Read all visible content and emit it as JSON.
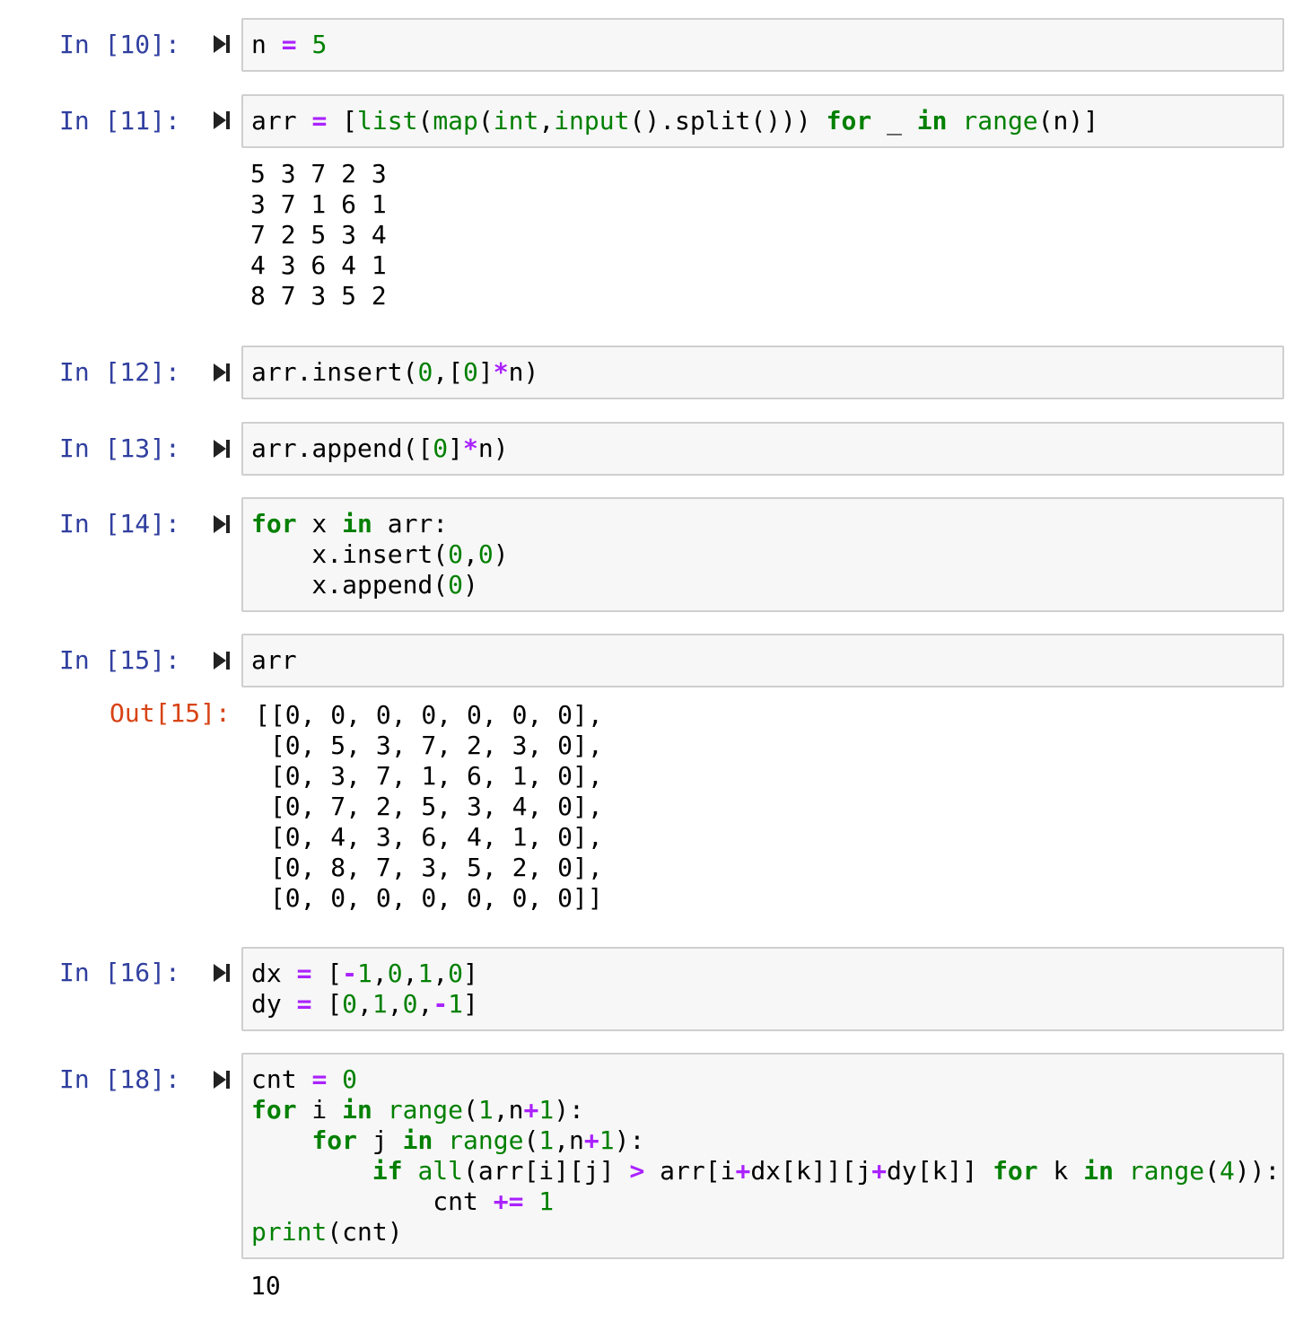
{
  "cells": [
    {
      "prompt": "In [10]:"
    },
    {
      "prompt": "In [11]:",
      "stdout": "5 3 7 2 3\n3 7 1 6 1\n7 2 5 3 4\n4 3 6 4 1\n8 7 3 5 2"
    },
    {
      "prompt": "In [12]:"
    },
    {
      "prompt": "In [13]:"
    },
    {
      "prompt": "In [14]:"
    },
    {
      "prompt": "In [15]:",
      "out_prompt": "Out[15]:",
      "result": "[[0, 0, 0, 0, 0, 0, 0],\n [0, 5, 3, 7, 2, 3, 0],\n [0, 3, 7, 1, 6, 1, 0],\n [0, 7, 2, 5, 3, 4, 0],\n [0, 4, 3, 6, 4, 1, 0],\n [0, 8, 7, 3, 5, 2, 0],\n [0, 0, 0, 0, 0, 0, 0]]"
    },
    {
      "prompt": "In [16]:"
    },
    {
      "prompt": "In [18]:",
      "stdout": "10"
    }
  ],
  "colors": {
    "in_prompt": "#303f9f",
    "out_prompt": "#d84315",
    "keyword": "#008000",
    "operator": "#aa22ff",
    "number": "#008000",
    "cell_bg": "#f7f7f7",
    "cell_border": "#cfcfcf"
  },
  "icons": {
    "run": "run-cell-icon"
  }
}
